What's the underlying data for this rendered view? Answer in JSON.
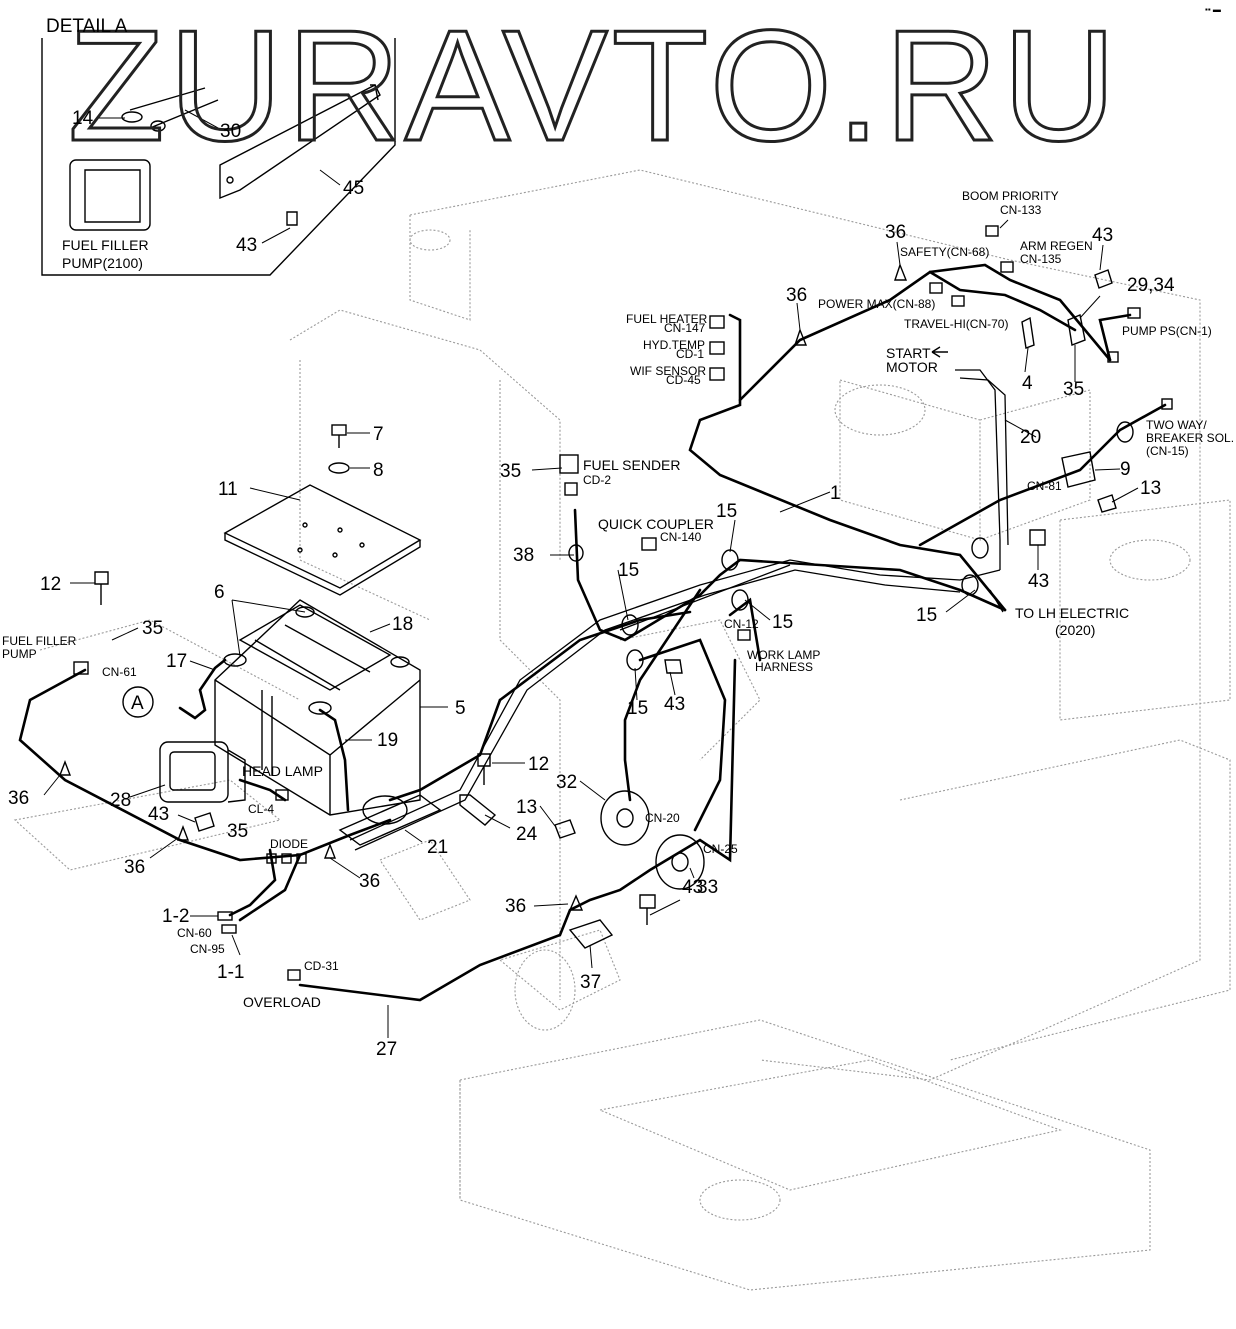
{
  "watermark": "ZURAVTO.RU",
  "detail": {
    "title": "DETAIL  A",
    "fuel_filler_pump_line1": "FUEL FILLER",
    "fuel_filler_pump_line2": "PUMP(2100)",
    "callouts": [
      "14",
      "30",
      "45",
      "43"
    ]
  },
  "corner_mark": "▪▪ ▬",
  "circle_ref": "A",
  "part_numbers": {
    "p1": "1",
    "p4": "4",
    "p5": "5",
    "p6": "6",
    "p7": "7",
    "p8": "8",
    "p9": "9",
    "p11": "11",
    "p12a": "12",
    "p12b": "12",
    "p13a": "13",
    "p13b": "13",
    "p15a": "15",
    "p15b": "15",
    "p15c": "15",
    "p15d": "15",
    "p15e": "15",
    "p17": "17",
    "p18": "18",
    "p19": "19",
    "p20": "20",
    "p21": "21",
    "p24": "24",
    "p27": "27",
    "p28": "28",
    "p2934": "29,34",
    "p32": "32",
    "p33": "33",
    "p35a": "35",
    "p35b": "35",
    "p35c": "35",
    "p35d": "35",
    "p36a": "36",
    "p36b": "36",
    "p36c": "36",
    "p36d": "36",
    "p36e": "36",
    "p36f": "36",
    "p37": "37",
    "p38": "38",
    "p43a": "43",
    "p43b": "43",
    "p43c": "43",
    "p43d": "43",
    "p43e": "43",
    "p43f": "43",
    "p1_1": "1-1",
    "p1_2": "1-2"
  },
  "labels": {
    "boom_priority": "BOOM PRIORITY",
    "cn133": "CN-133",
    "safety": "SAFETY(CN-68)",
    "arm_regen": "ARM REGEN",
    "cn135": "CN-135",
    "power_max": "POWER MAX(CN-88)",
    "travel_hi": "TRAVEL-HI(CN-70)",
    "pump_ps": "PUMP PS(CN-1)",
    "fuel_heater": "FUEL HEATER",
    "cn147": "CN-147",
    "hyd_temp": "HYD.TEMP",
    "cd1": "CD-1",
    "wif_sensor": "WIF SENSOR",
    "cd45": "CD-45",
    "start_motor1": "START",
    "start_motor2": "MOTOR",
    "two_way1": "TWO WAY/",
    "two_way2": "BREAKER SOL.",
    "two_way3": "(CN-15)",
    "cn81": "CN-81",
    "fuel_sender": "FUEL SENDER",
    "cd2": "CD-2",
    "quick_coupler": "QUICK COUPLER",
    "cn140": "CN-140",
    "to_lh1": "TO LH ELECTRIC",
    "to_lh2": "(2020)",
    "cn12": "CN-12",
    "work_lamp1": "WORK LAMP",
    "work_lamp2": "HARNESS",
    "fuel_filler1": "FUEL FILLER",
    "fuel_filler2": "PUMP",
    "cn61": "CN-61",
    "head_lamp": "HEAD LAMP",
    "cl4": "CL-4",
    "diode": "DIODE",
    "cn60": "CN-60",
    "cn95": "CN-95",
    "cd31": "CD-31",
    "overload": "OVERLOAD",
    "cn20": "CN-20",
    "cn25": "CN-25"
  }
}
